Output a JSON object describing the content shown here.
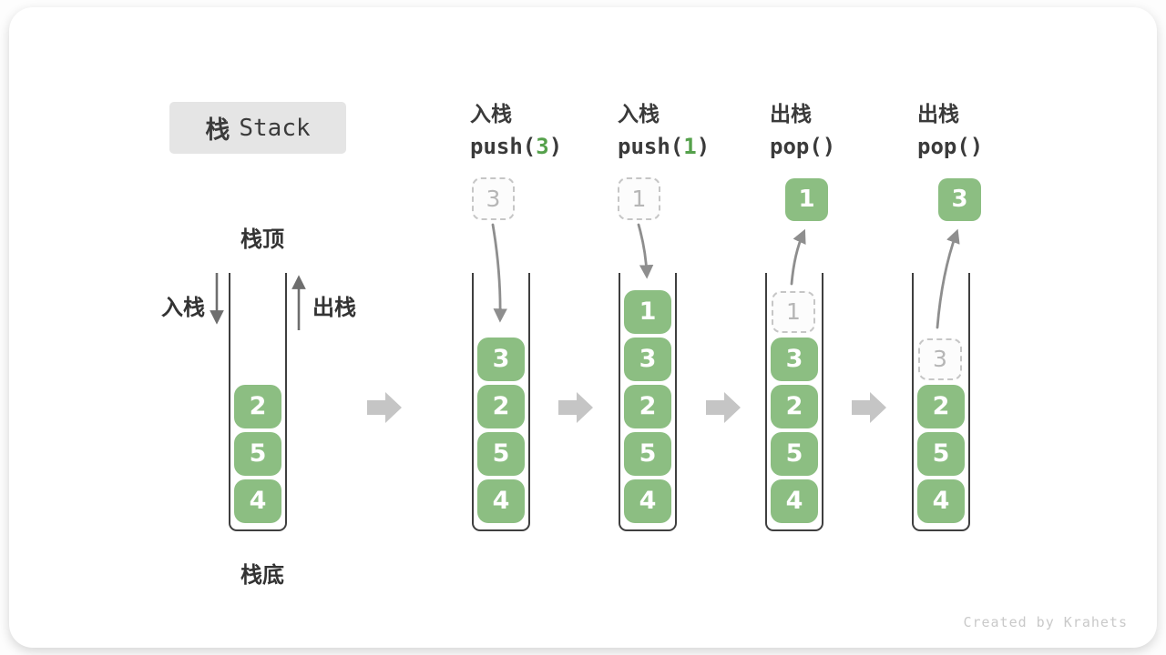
{
  "title": {
    "zh": "栈",
    "en": "Stack"
  },
  "side_labels": {
    "top": "栈顶",
    "bottom": "栈底",
    "push": "入栈",
    "pop": "出栈"
  },
  "operations": [
    {
      "label": "入栈",
      "code": "push(",
      "arg": "3",
      "close": ")"
    },
    {
      "label": "入栈",
      "code": "push(",
      "arg": "1",
      "close": ")"
    },
    {
      "label": "出栈",
      "code": "pop(",
      "arg": "",
      "close": ")"
    },
    {
      "label": "出栈",
      "code": "pop(",
      "arg": "",
      "close": ")"
    }
  ],
  "stacks": [
    {
      "blocks": [
        "2",
        "5",
        "4"
      ]
    },
    {
      "blocks": [
        "3",
        "2",
        "5",
        "4"
      ],
      "float": "3"
    },
    {
      "blocks": [
        "1",
        "3",
        "2",
        "5",
        "4"
      ],
      "float": "1"
    },
    {
      "blocks": [
        "3",
        "2",
        "5",
        "4"
      ],
      "float": "1",
      "ghost": "1"
    },
    {
      "blocks": [
        "2",
        "5",
        "4"
      ],
      "float": "3",
      "ghost": "3"
    }
  ],
  "watermark": "Created by Krahets",
  "colors": {
    "block_green": "#8cbe82",
    "code_arg_green": "#55a14b",
    "title_box_gray": "#e5e5e5",
    "curved_arrow_gray": "#8e8e8e",
    "straight_arrow_gray": "#6e6e6e",
    "step_arrow_gray": "#c5c5c5",
    "dashed_border_gray": "#c6c6c6",
    "text_dark": "#3a3a3a",
    "watermark_gray": "#c9c9c9"
  }
}
